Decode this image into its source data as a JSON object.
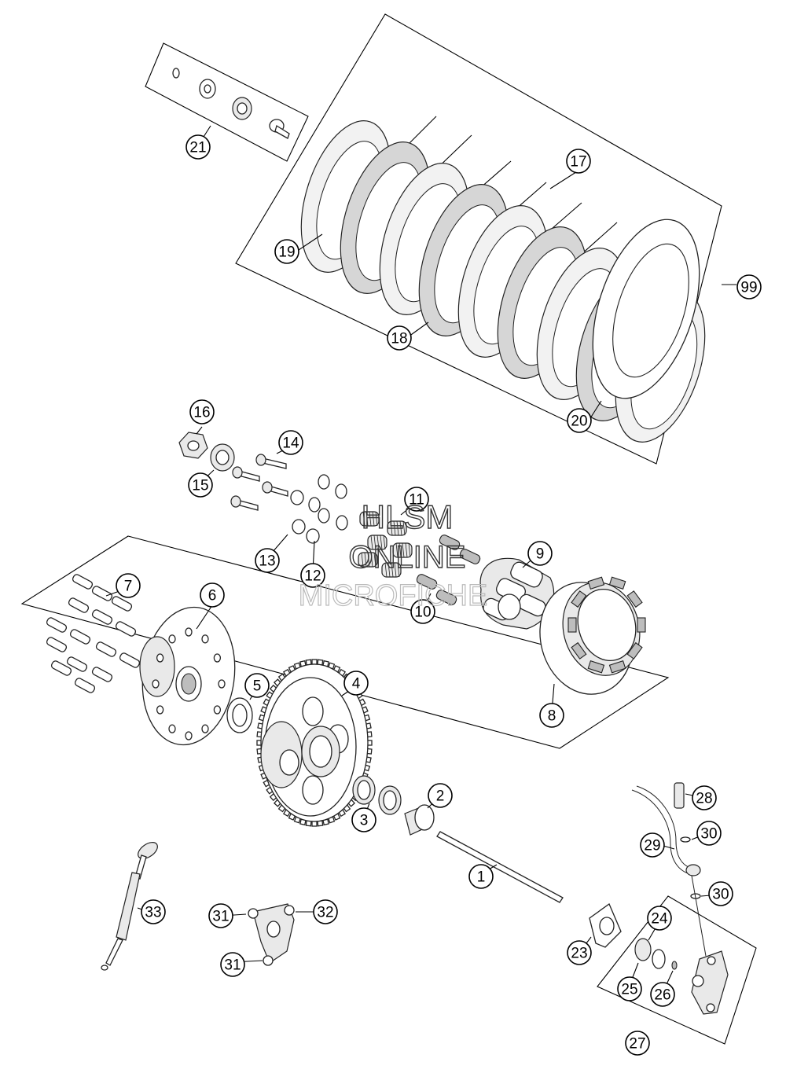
{
  "callouts": [
    {
      "id": "1",
      "label": "1"
    },
    {
      "id": "2",
      "label": "2"
    },
    {
      "id": "3",
      "label": "3"
    },
    {
      "id": "4",
      "label": "4"
    },
    {
      "id": "5",
      "label": "5"
    },
    {
      "id": "6",
      "label": "6"
    },
    {
      "id": "7",
      "label": "7"
    },
    {
      "id": "8",
      "label": "8"
    },
    {
      "id": "9",
      "label": "9"
    },
    {
      "id": "10",
      "label": "10"
    },
    {
      "id": "11",
      "label": "11"
    },
    {
      "id": "12",
      "label": "12"
    },
    {
      "id": "13",
      "label": "13"
    },
    {
      "id": "14",
      "label": "14"
    },
    {
      "id": "15",
      "label": "15"
    },
    {
      "id": "16",
      "label": "16"
    },
    {
      "id": "17",
      "label": "17"
    },
    {
      "id": "18",
      "label": "18"
    },
    {
      "id": "19",
      "label": "19"
    },
    {
      "id": "20",
      "label": "20"
    },
    {
      "id": "21",
      "label": "21"
    },
    {
      "id": "23",
      "label": "23"
    },
    {
      "id": "24",
      "label": "24"
    },
    {
      "id": "25",
      "label": "25"
    },
    {
      "id": "26",
      "label": "26"
    },
    {
      "id": "27",
      "label": "27"
    },
    {
      "id": "28",
      "label": "28"
    },
    {
      "id": "29",
      "label": "29"
    },
    {
      "id": "30a",
      "label": "30"
    },
    {
      "id": "30b",
      "label": "30"
    },
    {
      "id": "31a",
      "label": "31"
    },
    {
      "id": "31b",
      "label": "31"
    },
    {
      "id": "32",
      "label": "32"
    },
    {
      "id": "33",
      "label": "33"
    },
    {
      "id": "99",
      "label": "99"
    }
  ],
  "watermark": {
    "line1": "HLSM",
    "line2": "ONLINE",
    "line3": "MICROFICHE"
  }
}
